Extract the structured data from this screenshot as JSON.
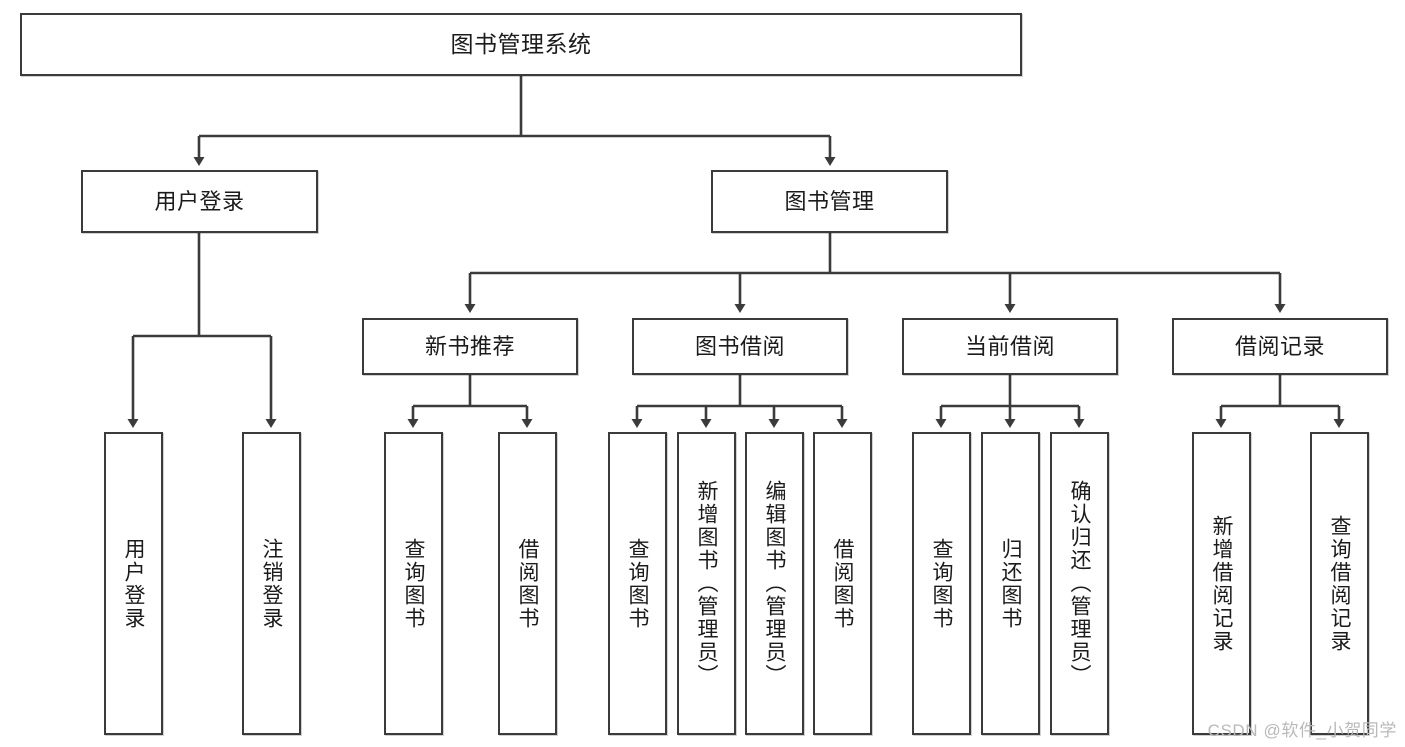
{
  "diagram": {
    "title": "图书管理系统",
    "type": "tree-hierarchy",
    "watermark": "CSDN @软件_小贺同学",
    "colors": {
      "box_border": "#3b3b3b",
      "box_fill": "#ffffff",
      "edge": "#3b3b3b",
      "text": "#1b1b1b",
      "watermark": "#b9b9b9",
      "background": "#ffffff"
    },
    "nodes": {
      "root": {
        "label": "图书管理系统",
        "level": 1,
        "orientation": "horizontal"
      },
      "n_user_login": {
        "label": "用户登录",
        "level": 2,
        "orientation": "horizontal"
      },
      "n_book_manage": {
        "label": "图书管理",
        "level": 2,
        "orientation": "horizontal"
      },
      "n_new_book_rec": {
        "label": "新书推荐",
        "level": 3,
        "orientation": "horizontal"
      },
      "n_book_borrow": {
        "label": "图书借阅",
        "level": 3,
        "orientation": "horizontal"
      },
      "n_current_borrow": {
        "label": "当前借阅",
        "level": 3,
        "orientation": "horizontal"
      },
      "n_borrow_record": {
        "label": "借阅记录",
        "level": 3,
        "orientation": "horizontal"
      },
      "l_user_login": {
        "label": "用户登录",
        "level": 4,
        "orientation": "vertical"
      },
      "l_user_logout": {
        "label": "注销登录",
        "level": 4,
        "orientation": "vertical"
      },
      "l_query_book_1": {
        "label": "查询图书",
        "level": 4,
        "orientation": "vertical"
      },
      "l_borrow_book_1": {
        "label": "借阅图书",
        "level": 4,
        "orientation": "vertical"
      },
      "l_query_book_2": {
        "label": "查询图书",
        "level": 4,
        "orientation": "vertical"
      },
      "l_add_book": {
        "label": "新增图书（管理员）",
        "level": 4,
        "orientation": "vertical"
      },
      "l_edit_book": {
        "label": "编辑图书（管理员）",
        "level": 4,
        "orientation": "vertical"
      },
      "l_borrow_book_2": {
        "label": "借阅图书",
        "level": 4,
        "orientation": "vertical"
      },
      "l_query_book_3": {
        "label": "查询图书",
        "level": 4,
        "orientation": "vertical"
      },
      "l_return_book": {
        "label": "归还图书",
        "level": 4,
        "orientation": "vertical"
      },
      "l_confirm_return": {
        "label": "确认归还（管理员）",
        "level": 4,
        "orientation": "vertical"
      },
      "l_add_record": {
        "label": "新增借阅记录",
        "level": 4,
        "orientation": "vertical"
      },
      "l_query_record": {
        "label": "查询借阅记录",
        "level": 4,
        "orientation": "vertical"
      }
    },
    "edges": [
      {
        "from": "root",
        "to": "n_user_login"
      },
      {
        "from": "root",
        "to": "n_book_manage"
      },
      {
        "from": "n_user_login",
        "to": "l_user_login"
      },
      {
        "from": "n_user_login",
        "to": "l_user_logout"
      },
      {
        "from": "n_book_manage",
        "to": "n_new_book_rec"
      },
      {
        "from": "n_book_manage",
        "to": "n_book_borrow"
      },
      {
        "from": "n_book_manage",
        "to": "n_current_borrow"
      },
      {
        "from": "n_book_manage",
        "to": "n_borrow_record"
      },
      {
        "from": "n_new_book_rec",
        "to": "l_query_book_1"
      },
      {
        "from": "n_new_book_rec",
        "to": "l_borrow_book_1"
      },
      {
        "from": "n_book_borrow",
        "to": "l_query_book_2"
      },
      {
        "from": "n_book_borrow",
        "to": "l_add_book"
      },
      {
        "from": "n_book_borrow",
        "to": "l_edit_book"
      },
      {
        "from": "n_book_borrow",
        "to": "l_borrow_book_2"
      },
      {
        "from": "n_current_borrow",
        "to": "l_query_book_3"
      },
      {
        "from": "n_current_borrow",
        "to": "l_return_book"
      },
      {
        "from": "n_current_borrow",
        "to": "l_confirm_return"
      },
      {
        "from": "n_borrow_record",
        "to": "l_add_record"
      },
      {
        "from": "n_borrow_record",
        "to": "l_query_record"
      }
    ]
  }
}
